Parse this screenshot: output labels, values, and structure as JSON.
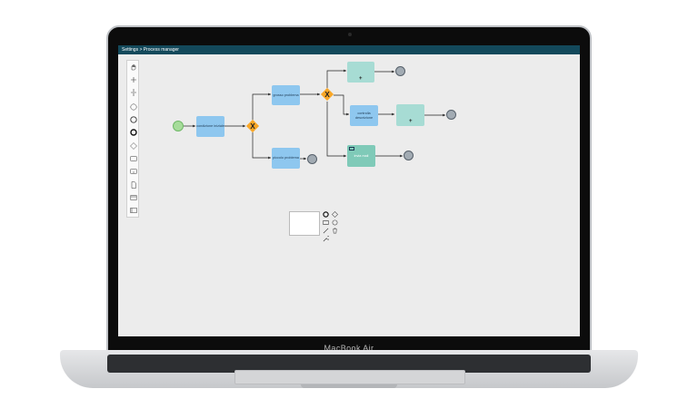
{
  "window": {
    "title": "Settings > Process manager"
  },
  "device": {
    "brand": "MacBook Air"
  },
  "palette_tools": [
    "hand-tool",
    "lasso-tool",
    "space-tool",
    "start-event-tool",
    "intermediate-event-tool",
    "end-event-tool",
    "gateway-tool",
    "task-tool",
    "subprocess-tool",
    "data-object-tool",
    "data-store-tool",
    "pool-tool"
  ],
  "diagram": {
    "tasks": {
      "initial": "condizione iniziale",
      "big_problem": "grosso problema",
      "small_problem": "piccolo problema",
      "check_description": "controlla descrizione",
      "teal_top": "",
      "teal_mid": "",
      "send": "invia mail"
    },
    "gateway_symbol": "X",
    "plus_symbol": "+"
  },
  "colors": {
    "titlebar": "#13495b",
    "task": "#8ec7ef",
    "gateway": "#f9a728",
    "start": "#a6dc9a",
    "end": "#a2abb3",
    "teal": "#a7dcd4"
  }
}
